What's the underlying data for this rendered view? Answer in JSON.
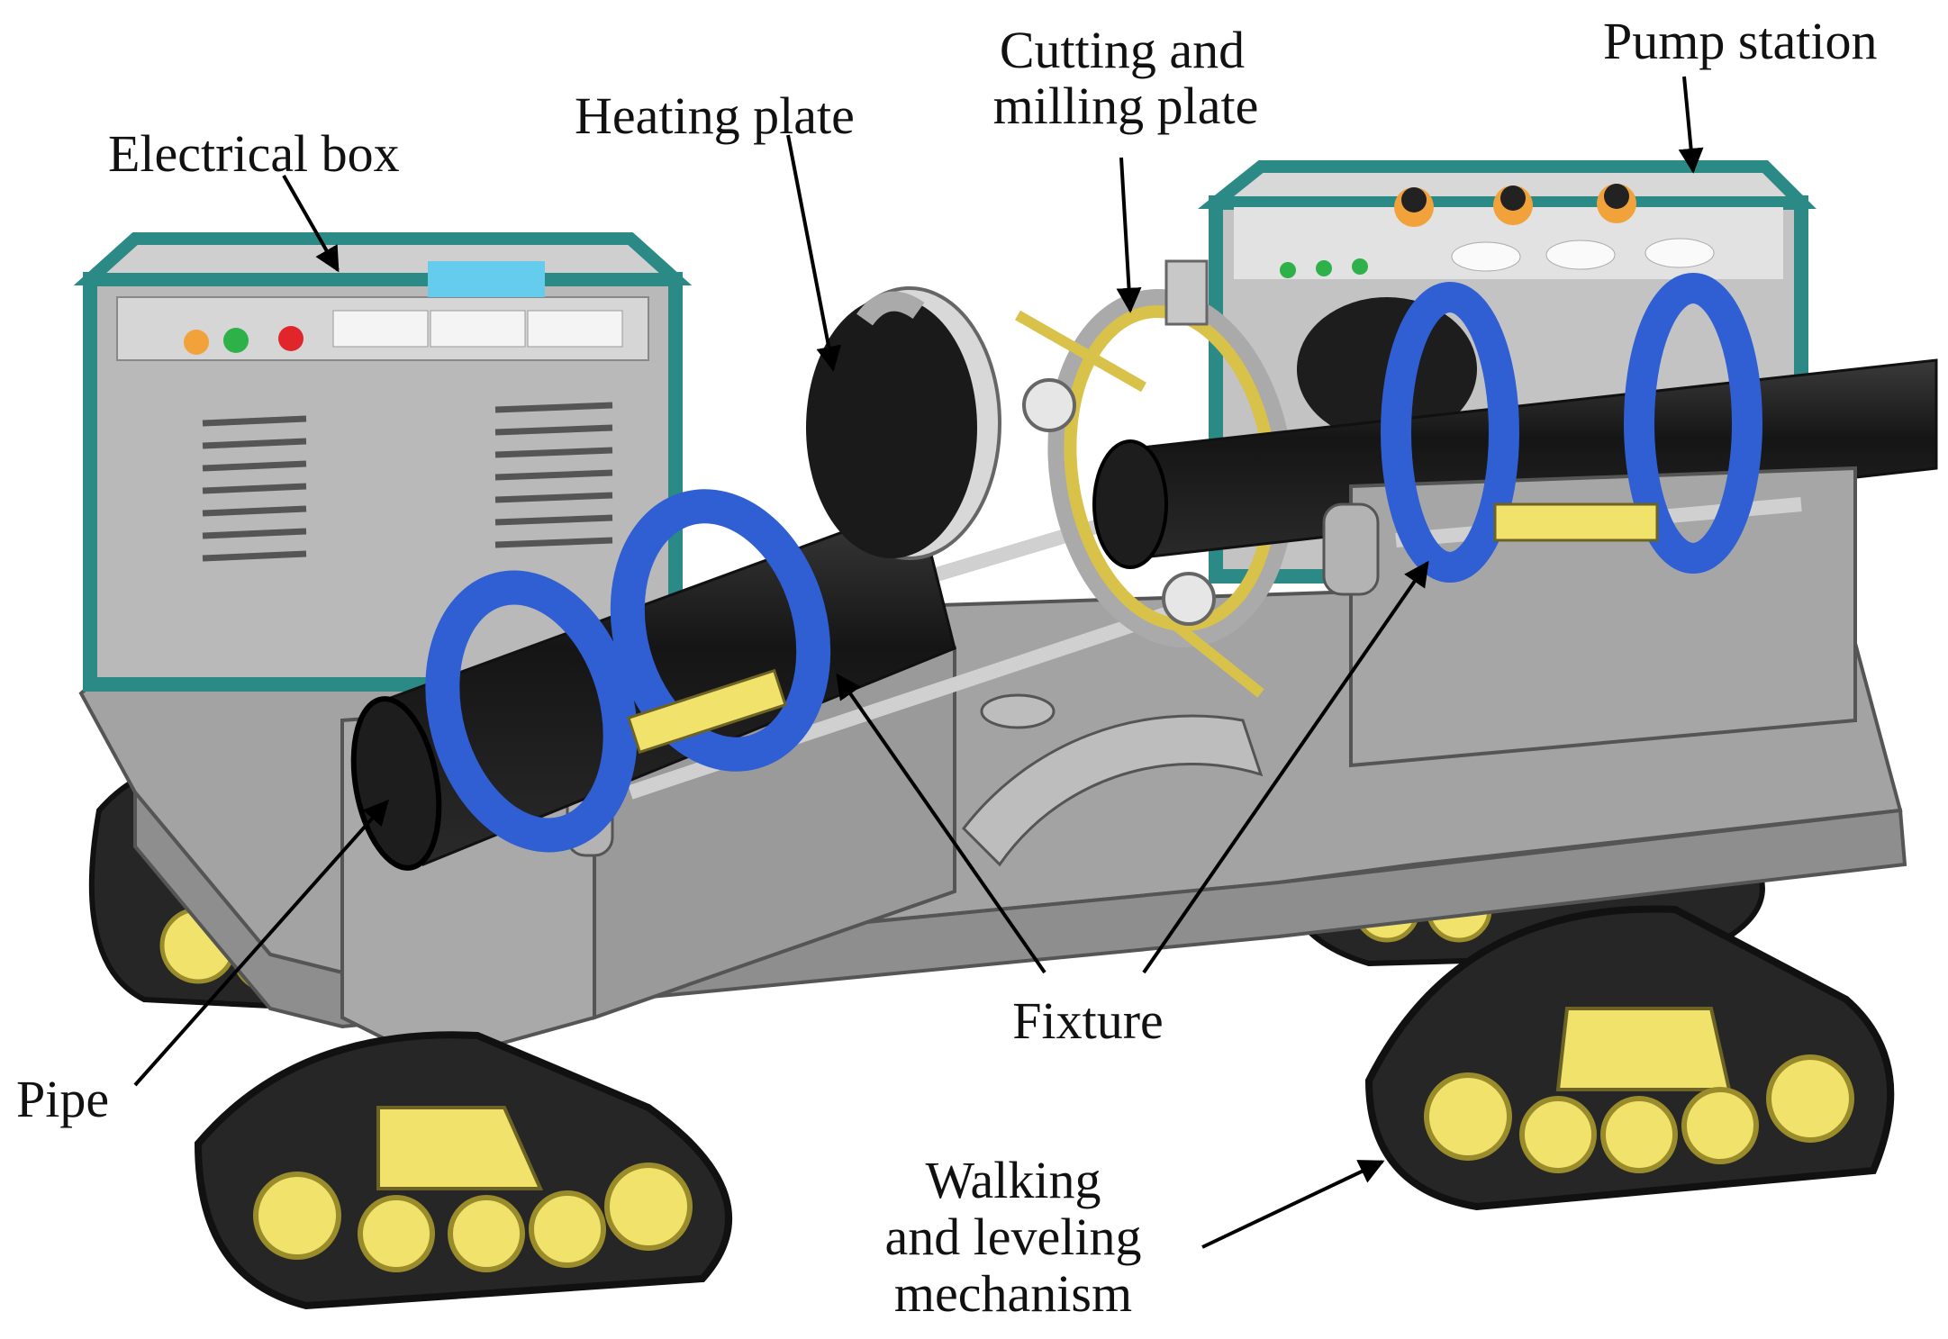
{
  "labels": {
    "electrical_box": "Electrical box",
    "heating_plate": "Heating plate",
    "cutting_milling_line1": "Cutting and",
    "cutting_milling_line2": "milling plate",
    "pump_station": "Pump station",
    "pipe": "Pipe",
    "fixture": "Fixture",
    "walking_line1": "Walking",
    "walking_line2": "and leveling",
    "walking_line3": "mechanism"
  },
  "colors": {
    "frame_teal": "#2c8a86",
    "panel_grey": "#b9b9b9",
    "chassis_grey": "#a3a3a3",
    "clamp_blue": "#2f5fd3",
    "pipe_black": "#1d1d1d",
    "track_black": "#262626",
    "wheel_yellow": "#f0e26a",
    "ring_gold": "#d9c24a",
    "screen_cyan": "#66ccee",
    "button_orange": "#f2a23a",
    "button_green": "#2fb14a",
    "button_red": "#e0262a"
  }
}
